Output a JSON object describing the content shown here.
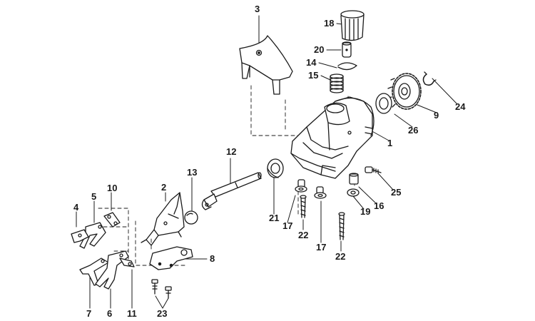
{
  "diagram": {
    "type": "exploded-parts-diagram",
    "labels": {
      "p1": "1",
      "p2": "2",
      "p3": "3",
      "p4": "4",
      "p5": "5",
      "p6": "6",
      "p7": "7",
      "p8": "8",
      "p9": "9",
      "p10": "10",
      "p11": "11",
      "p12": "12",
      "p13": "13",
      "p14": "14",
      "p15": "15",
      "p16": "16",
      "p17a": "17",
      "p17b": "17",
      "p18": "18",
      "p19": "19",
      "p20": "20",
      "p21": "21",
      "p22a": "22",
      "p22b": "22",
      "p23": "23",
      "p24": "24",
      "p25": "25",
      "p26": "26"
    },
    "colors": {
      "ink": "#1a1a1a",
      "background": "#ffffff"
    }
  }
}
